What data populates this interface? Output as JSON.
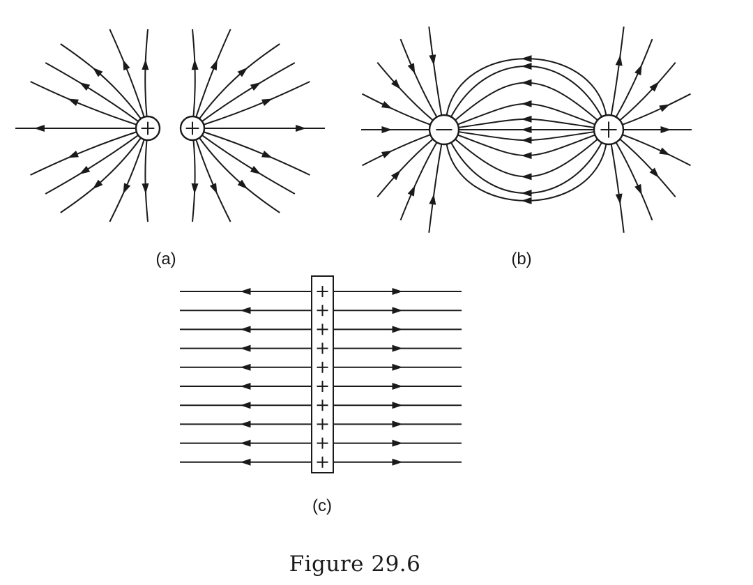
{
  "figure": {
    "caption": "Figure 29.6",
    "panels": [
      {
        "label": "(a)",
        "charges": [
          "+",
          "+"
        ]
      },
      {
        "label": "(b)",
        "charges": [
          "−",
          "+"
        ]
      },
      {
        "label": "(c)",
        "plate_charges": [
          "+",
          "+",
          "+",
          "+",
          "+",
          "+",
          "+",
          "+",
          "+",
          "+"
        ]
      }
    ]
  }
}
